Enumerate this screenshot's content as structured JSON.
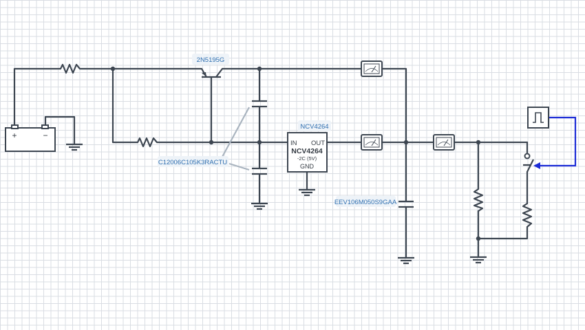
{
  "labels": {
    "transistor": "2N5195G",
    "regulator_ref": "NCV4264",
    "capacitor_input": "C12006C105K3RACTU",
    "capacitor_output": "EEV106M050S9GAA"
  },
  "regulator": {
    "pin_in": "IN",
    "pin_out": "OUT",
    "name": "NCV4264",
    "variant": "-2C (5V)",
    "pin_gnd": "GND"
  },
  "battery": {
    "plus": "+",
    "minus": "−"
  },
  "colors": {
    "wire": "#3c4550",
    "signal_wire": "#1a2ad6",
    "label_text": "#2f6fb0",
    "label_bg": "#eef3f8",
    "grid": "#d9dde3"
  },
  "icons": [
    "battery-icon",
    "resistor-icon",
    "pnp-transistor-icon",
    "capacitor-icon",
    "ammeter-icon",
    "voltage-regulator-icon",
    "ground-icon",
    "switch-icon",
    "pulse-source-icon"
  ]
}
